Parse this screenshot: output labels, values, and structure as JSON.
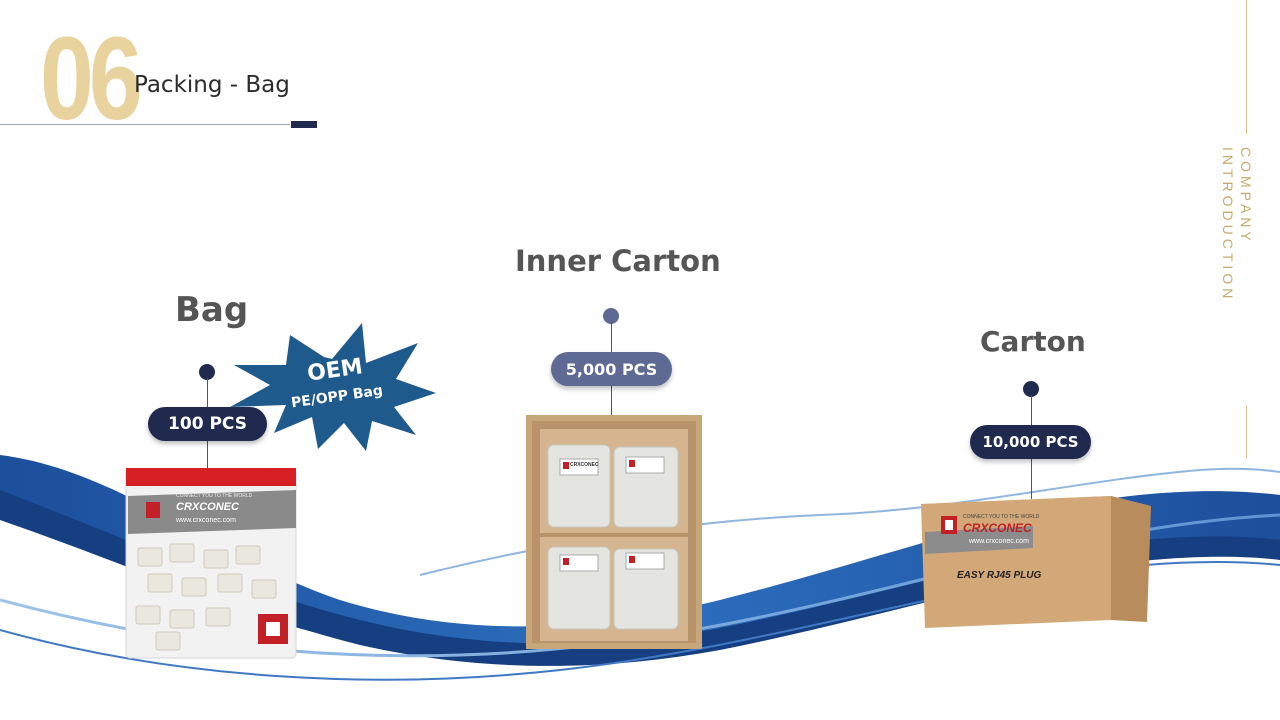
{
  "header": {
    "number": "06",
    "title": "Packing - Bag"
  },
  "side_label": {
    "line1": "COMPANY",
    "line2": "INTRODUCTION"
  },
  "stages": {
    "bag": {
      "heading": "Bag",
      "quantity": "100 PCS",
      "pill_color": "#1f2a4e",
      "product": {
        "brand": "CRXCONEC",
        "tagline": "CONNECT YOU TO THE WORLD",
        "website": "www.crxconec.com"
      }
    },
    "inner_carton": {
      "heading": "Inner Carton",
      "quantity": "5,000 PCS",
      "pill_color": "#5e6a93",
      "product": {
        "brand": "CRXCONEC"
      }
    },
    "carton": {
      "heading": "Carton",
      "quantity": "10,000 PCS",
      "pill_color": "#1f2a4e",
      "product": {
        "brand": "CRXCONEC",
        "tagline": "CONNECT YOU TO THE WORLD",
        "website": "www.crxconec.com",
        "label": "EASY RJ45 PLUG"
      }
    }
  },
  "oem_burst": {
    "line1": "OEM",
    "line2": "PE/OPP Bag",
    "color": "#1f5a8c"
  },
  "colors": {
    "accent_gold": "#e8d39e",
    "navy": "#1f2a4e",
    "wave_blue": "#1c4f9c"
  }
}
